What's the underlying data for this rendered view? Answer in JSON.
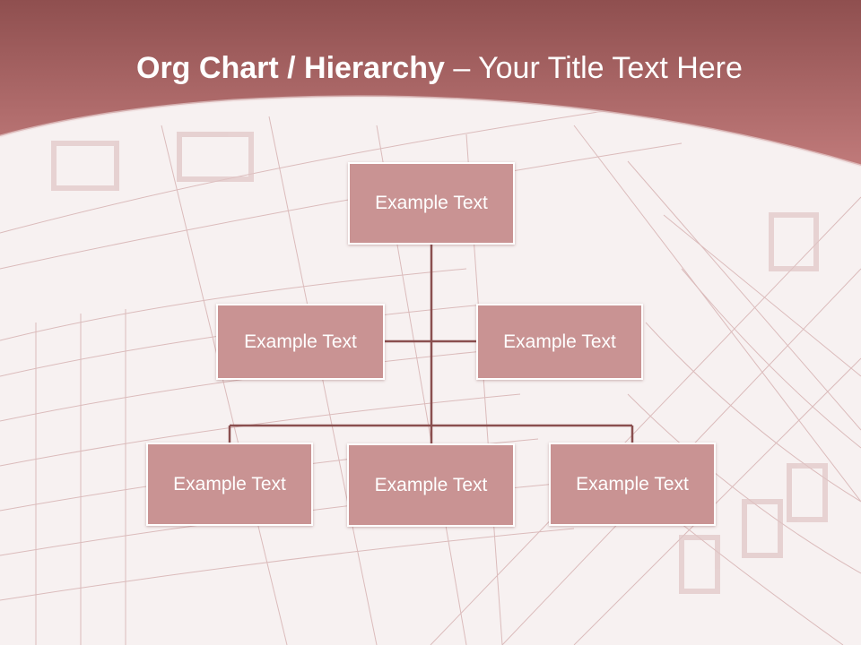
{
  "slide": {
    "title_bold": "Org Chart / Hierarchy",
    "title_dash": " – ",
    "title_rest": "Your Title Text Here"
  },
  "colors": {
    "header": "#b26a6a",
    "box_fill": "#c99393",
    "connector": "#8a4f4f",
    "background": "#f7f1f1"
  },
  "org_chart": {
    "top": {
      "label": "Example Text"
    },
    "assistants": [
      {
        "label": "Example Text"
      },
      {
        "label": "Example Text"
      }
    ],
    "subordinates": [
      {
        "label": "Example Text"
      },
      {
        "label": "Example Text"
      },
      {
        "label": "Example Text"
      }
    ]
  }
}
